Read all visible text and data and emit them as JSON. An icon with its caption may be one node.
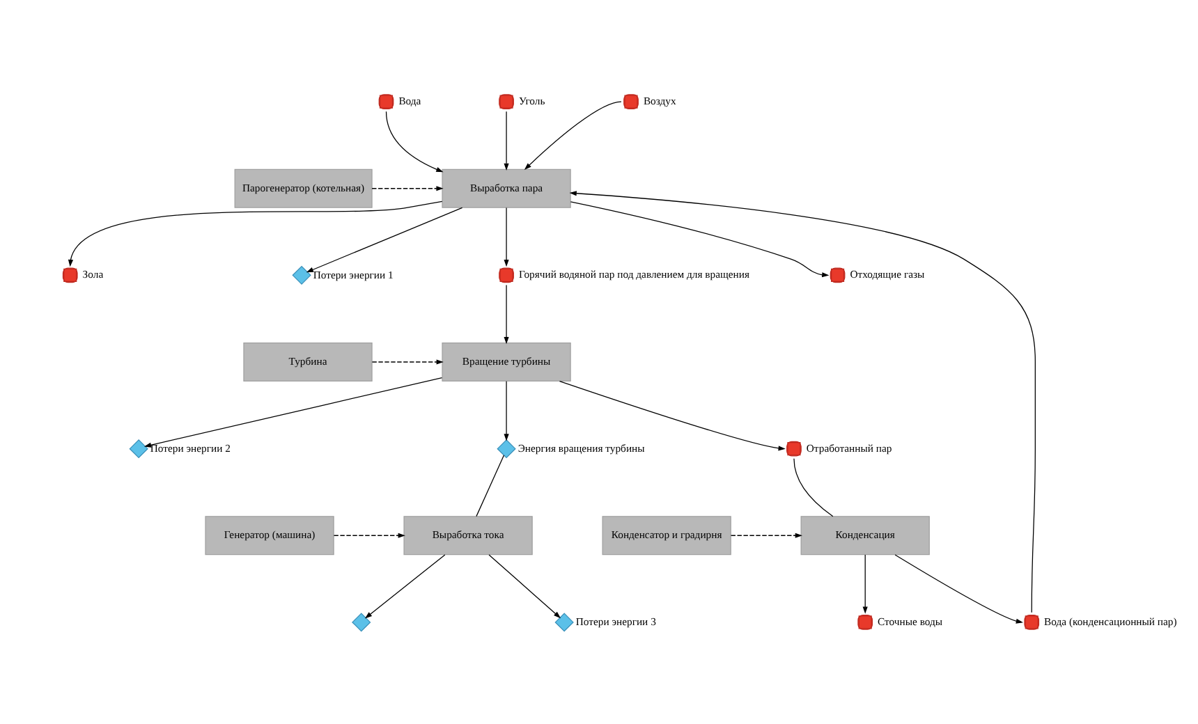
{
  "diagram": {
    "nodes": [
      {
        "text": [
          "Вода"
        ]
      },
      {
        "text": [
          "Уголь"
        ]
      },
      {
        "text": [
          "Воздух"
        ]
      },
      {
        "text": [
          "Выработка пара"
        ]
      },
      {
        "text": [
          "Парогенератор (котельная)"
        ]
      },
      {
        "text": [
          "Зола"
        ]
      },
      {
        "text": [
          "Потери энергии 1"
        ]
      },
      {
        "text": [
          "Горячий водяной пар под давлением для вращения"
        ]
      },
      {
        "text": [
          "Отходящие газы"
        ]
      },
      {
        "text": [
          "Вода (конденсационный пар)"
        ]
      },
      {
        "text": [
          "Вращение турбины"
        ]
      },
      {
        "text": [
          "Турбина"
        ]
      },
      {
        "text": [
          "Отработанный пар"
        ]
      },
      {
        "text": [
          "Потери энергии 2"
        ]
      },
      {
        "text": [
          "Энергия вращения турбины"
        ]
      },
      {
        "text": [
          "Конденсация"
        ]
      },
      {
        "text": [
          "Конденсатор и градирня"
        ]
      },
      {
        "text": [
          "Выработка тока"
        ]
      },
      {
        "text": [
          "Генератор (машина)"
        ]
      },
      {
        "text": [
          "Сточные воды"
        ]
      },
      {
        "text": [],
        "shape": "diamond"
      },
      {
        "text": [
          "Потери энергии 3"
        ]
      }
    ],
    "edges": [
      {
        "from": 0,
        "to": 3,
        "arrow": "to"
      },
      {
        "from": 1,
        "to": 3,
        "arrow": "to"
      },
      {
        "from": 2,
        "to": 3,
        "arrow": "to"
      },
      {
        "from": 9,
        "to": 3,
        "arrow": "to"
      },
      {
        "from": 4,
        "to": 3,
        "arrow": "to",
        "style": "dashed"
      },
      {
        "from": 3,
        "to": 5,
        "arrow": "to"
      },
      {
        "from": 3,
        "to": 7,
        "arrow": "to"
      },
      {
        "from": 3,
        "to": 6,
        "arrow": "to"
      },
      {
        "from": 3,
        "to": 8,
        "arrow": "to"
      },
      {
        "from": 7,
        "to": 10,
        "arrow": "to"
      },
      {
        "from": 11,
        "to": 10,
        "arrow": "to",
        "style": "dashed"
      },
      {
        "from": 10,
        "to": 12,
        "arrow": "to"
      },
      {
        "from": 10,
        "to": 13,
        "arrow": "to"
      },
      {
        "from": 10,
        "to": 14,
        "arrow": "to"
      },
      {
        "from": 12,
        "to": 15,
        "arrow": "none"
      },
      {
        "from": 15,
        "to": 9,
        "arrow": "to"
      },
      {
        "from": 16,
        "to": 15,
        "arrow": "to",
        "style": "dashed"
      },
      {
        "from": 14,
        "to": 17,
        "arrow": "none"
      },
      {
        "from": 18,
        "to": 17,
        "arrow": "to",
        "style": "dashed"
      },
      {
        "from": 15,
        "to": 19,
        "arrow": "to"
      },
      {
        "from": 17,
        "to": 20,
        "arrow": "to"
      },
      {
        "from": 17,
        "to": 21,
        "arrow": "to"
      }
    ]
  }
}
